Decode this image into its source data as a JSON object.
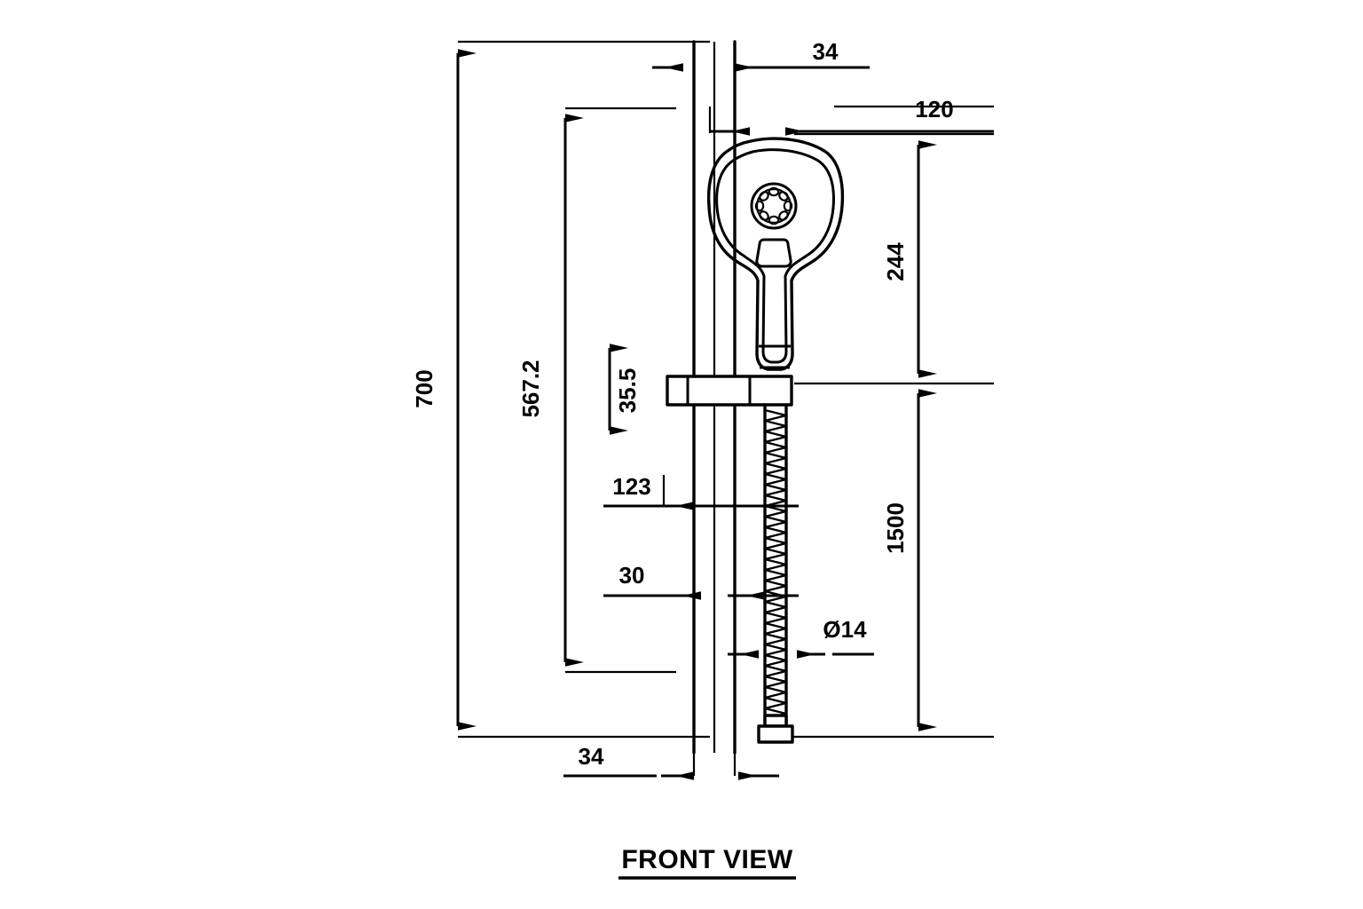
{
  "drawing": {
    "title": "FRONT VIEW",
    "view_type": "front-view",
    "units": "mm",
    "subject": "shower rail set with hand shower and flexible hose",
    "line_color": "#000000",
    "background_color": "#ffffff"
  },
  "dimensions": {
    "overall_height": {
      "label": "700",
      "orientation": "vertical",
      "description": "overall rail height, leftmost dimension line"
    },
    "rail_span": {
      "label": "567.2",
      "orientation": "vertical",
      "description": "distance between upper and lower rail brackets"
    },
    "bracket_height": {
      "label": "35.5",
      "orientation": "vertical",
      "description": "height of sliding bracket block"
    },
    "head_height": {
      "label": "244",
      "orientation": "vertical",
      "description": "hand shower head height from bracket to top"
    },
    "hose_length": {
      "label": "1500",
      "orientation": "vertical",
      "description": "flexible hose length"
    },
    "top_wall_thickness": {
      "label": "34",
      "orientation": "horizontal",
      "description": "rail tube width at top"
    },
    "bottom_wall_thickness": {
      "label": "34",
      "orientation": "horizontal",
      "description": "rail tube width at bottom"
    },
    "head_projection": {
      "label": "120",
      "orientation": "horizontal",
      "description": "hand shower head width from rail centre"
    },
    "bracket_projection": {
      "label": "123",
      "orientation": "horizontal",
      "description": "bracket projection dimension"
    },
    "rail_offset": {
      "label": "30",
      "orientation": "horizontal",
      "description": "rail offset dimension"
    },
    "hose_diameter": {
      "label": "Ø14",
      "orientation": "horizontal",
      "description": "flexible hose outside diameter"
    }
  }
}
